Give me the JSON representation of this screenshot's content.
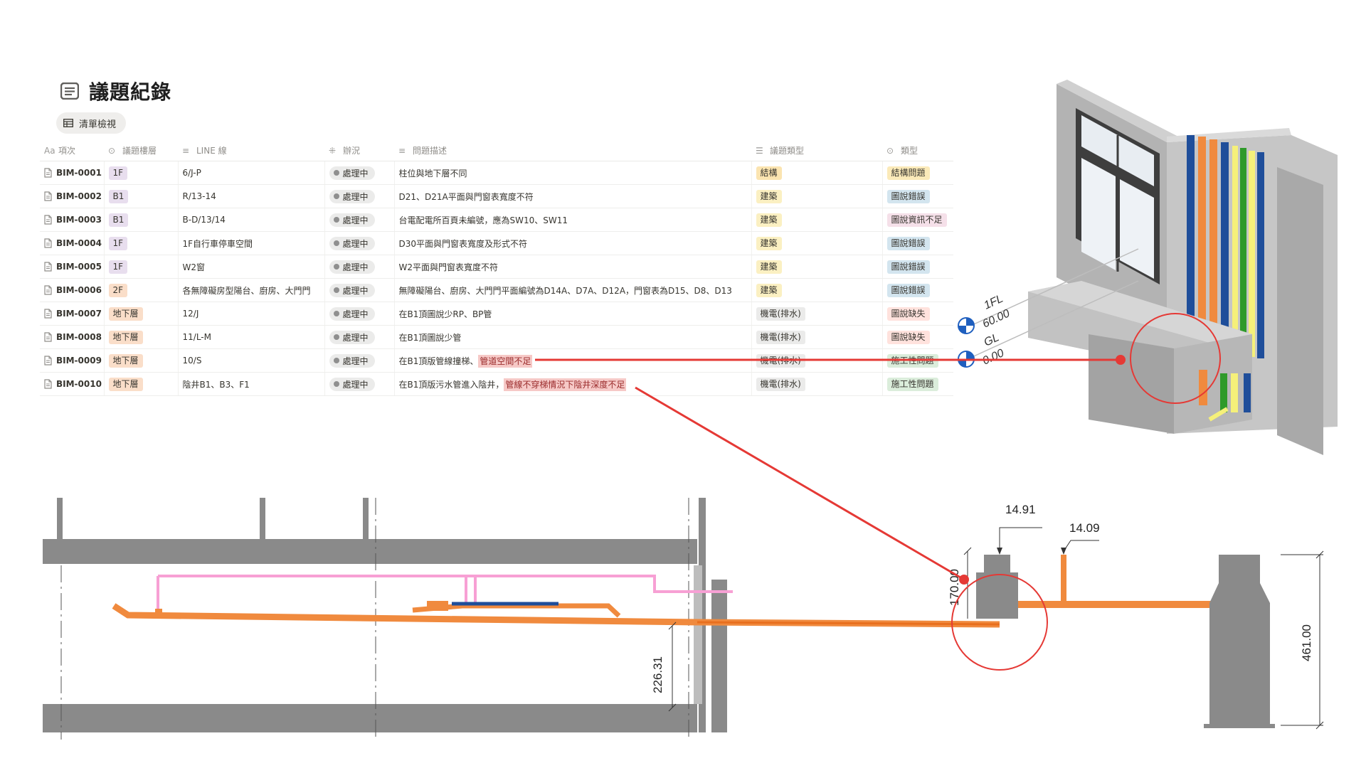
{
  "page": {
    "title": "議題紀錄",
    "view_label": "清單檢視"
  },
  "columns": [
    {
      "label": "項次",
      "icon": "text-icon"
    },
    {
      "label": "議題樓層",
      "icon": "select-icon"
    },
    {
      "label": "LINE 線",
      "icon": "lines-icon"
    },
    {
      "label": "辦況",
      "icon": "status-icon"
    },
    {
      "label": "問題描述",
      "icon": "lines-icon"
    },
    {
      "label": "議題類型",
      "icon": "list-icon"
    },
    {
      "label": "類型",
      "icon": "select-icon"
    }
  ],
  "rows": [
    {
      "id": "BIM-0001",
      "floor": "1F",
      "floor_color": "#e8deee",
      "line": "6/J-P",
      "status": "處理中",
      "desc": "柱位與地下層不同",
      "desc_highlight": "",
      "issue_type": "結構",
      "issue_type_bg": "#fbe4b0",
      "category": "結構問題",
      "category_bg": "#fbeab9"
    },
    {
      "id": "BIM-0002",
      "floor": "B1",
      "floor_color": "#e8deee",
      "line": "R/13-14",
      "status": "處理中",
      "desc": "D21、D21A平面與門窗表寬度不符",
      "desc_highlight": "",
      "issue_type": "建築",
      "issue_type_bg": "#fbf0c2",
      "category": "圖說錯誤",
      "category_bg": "#d3e5ef"
    },
    {
      "id": "BIM-0003",
      "floor": "B1",
      "floor_color": "#e8deee",
      "line": "B-D/13/14",
      "status": "處理中",
      "desc": "台電配電所百頁未編號，應為SW10、SW11",
      "desc_highlight": "",
      "issue_type": "建築",
      "issue_type_bg": "#fbf0c2",
      "category": "圖說資訊不足",
      "category_bg": "#f5e0e9"
    },
    {
      "id": "BIM-0004",
      "floor": "1F",
      "floor_color": "#e8deee",
      "line": "1F自行車停車空間",
      "status": "處理中",
      "desc": "D30平面與門窗表寬度及形式不符",
      "desc_highlight": "",
      "issue_type": "建築",
      "issue_type_bg": "#fbf0c2",
      "category": "圖說錯誤",
      "category_bg": "#d3e5ef"
    },
    {
      "id": "BIM-0005",
      "floor": "1F",
      "floor_color": "#e8deee",
      "line": "W2窗",
      "status": "處理中",
      "desc": "W2平面與門窗表寬度不符",
      "desc_highlight": "",
      "issue_type": "建築",
      "issue_type_bg": "#fbf0c2",
      "category": "圖說錯誤",
      "category_bg": "#d3e5ef"
    },
    {
      "id": "BIM-0006",
      "floor": "2F",
      "floor_color": "#fadec9",
      "line": "各無障礙房型陽台、廚房、大門門",
      "status": "處理中",
      "desc": "無障礙陽台、廚房、大門門平面編號為D14A、D7A、D12A，門窗表為D15、D8、D13",
      "desc_highlight": "",
      "issue_type": "建築",
      "issue_type_bg": "#fbf0c2",
      "category": "圖說錯誤",
      "category_bg": "#d3e5ef"
    },
    {
      "id": "BIM-0007",
      "floor": "地下層",
      "floor_color": "#fadec9",
      "line": "12/J",
      "status": "處理中",
      "desc": "在B1頂圖說少RP、BP管",
      "desc_highlight": "",
      "issue_type": "機電(排水)",
      "issue_type_bg": "#ebebea",
      "category": "圖說缺失",
      "category_bg": "#ffe2dd"
    },
    {
      "id": "BIM-0008",
      "floor": "地下層",
      "floor_color": "#fadec9",
      "line": "11/L-M",
      "status": "處理中",
      "desc": "在B1頂圖說少管",
      "desc_highlight": "",
      "issue_type": "機電(排水)",
      "issue_type_bg": "#ebebea",
      "category": "圖說缺失",
      "category_bg": "#ffe2dd"
    },
    {
      "id": "BIM-0009",
      "floor": "地下層",
      "floor_color": "#fadec9",
      "line": "10/S",
      "status": "處理中",
      "desc": "在B1頂版管線撞梯、",
      "desc_highlight": "管道空間不足",
      "issue_type": "機電(排水)",
      "issue_type_bg": "#ebebea",
      "category": "施工性問題",
      "category_bg": "#dbeddb"
    },
    {
      "id": "BIM-0010",
      "floor": "地下層",
      "floor_color": "#fadec9",
      "line": "陰井B1、B3、F1",
      "status": "處理中",
      "desc": "在B1頂版污水管進入陰井，",
      "desc_highlight": "管線不穿梯情況下陰井深度不足",
      "issue_type": "機電(排水)",
      "issue_type_bg": "#ebebea",
      "category": "施工性問題",
      "category_bg": "#dbeddb"
    }
  ],
  "model_3d": {
    "level_1": {
      "name": "1FL",
      "elevation": "60.00"
    },
    "level_2": {
      "name": "GL",
      "elevation": "0.00"
    }
  },
  "section": {
    "dim_vertical_1": "226.31",
    "dim_vertical_2": "170.00",
    "dim_top_1": "14.91",
    "dim_top_2": "14.09",
    "dim_right": "461.00"
  },
  "colors": {
    "pipe_orange": "#f08a3e",
    "pipe_pink": "#f7a0d4",
    "pipe_blue": "#1f4e9a",
    "annotation_red": "#e53935",
    "concrete": "#8a8a8a",
    "highlight": "#f6c9c7"
  }
}
